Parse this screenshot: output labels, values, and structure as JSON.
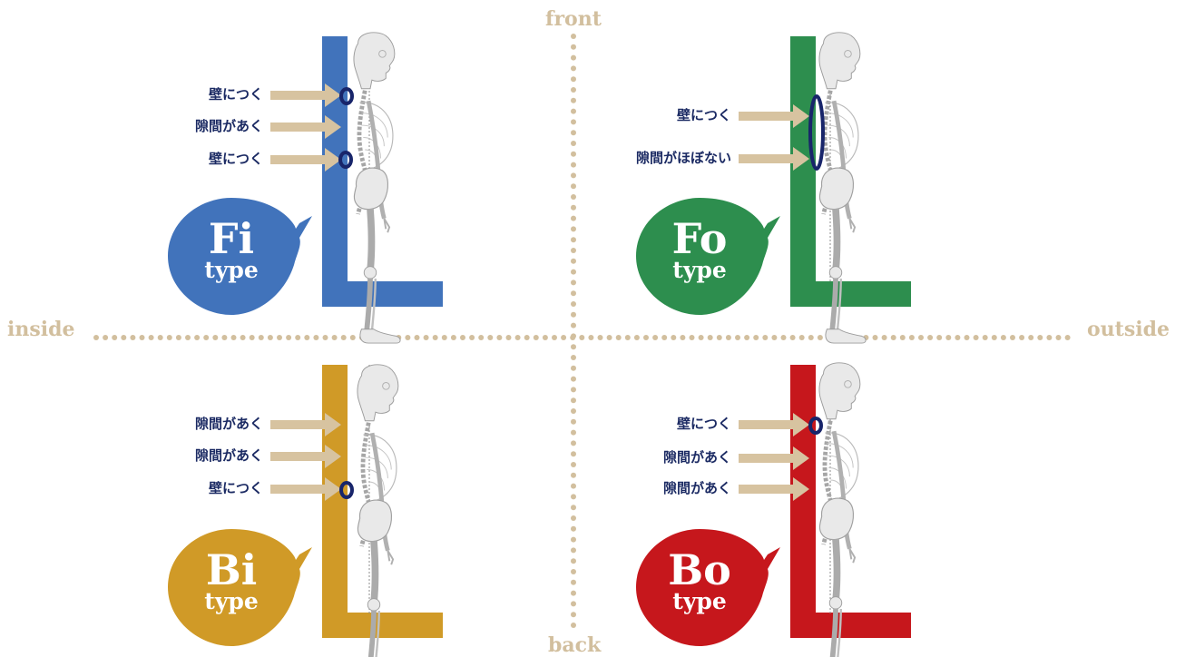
{
  "axes": {
    "front": "front",
    "back": "back",
    "inside": "inside",
    "outside": "outside"
  },
  "colors": {
    "axis_dots": "#d2bf9e",
    "arrow": "#d7c3a0",
    "ring": "#18256a",
    "label_text": "#1b2a63",
    "skeleton": "#9a9a9a"
  },
  "quadrants": [
    {
      "id": "fi",
      "code": "Fi",
      "type_word": "type",
      "color": "#4173bb",
      "labels": [
        "壁につく",
        "隙間があく",
        "壁につく"
      ]
    },
    {
      "id": "fo",
      "code": "Fo",
      "type_word": "type",
      "color": "#2d8e4e",
      "labels": [
        "壁につく",
        "隙間がほぼない"
      ]
    },
    {
      "id": "bi",
      "code": "Bi",
      "type_word": "type",
      "color": "#d09a27",
      "labels": [
        "隙間があく",
        "隙間があく",
        "壁につく"
      ]
    },
    {
      "id": "bo",
      "code": "Bo",
      "type_word": "type",
      "color": "#c6171c",
      "labels": [
        "壁につく",
        "隙間があく",
        "隙間があく"
      ]
    }
  ]
}
